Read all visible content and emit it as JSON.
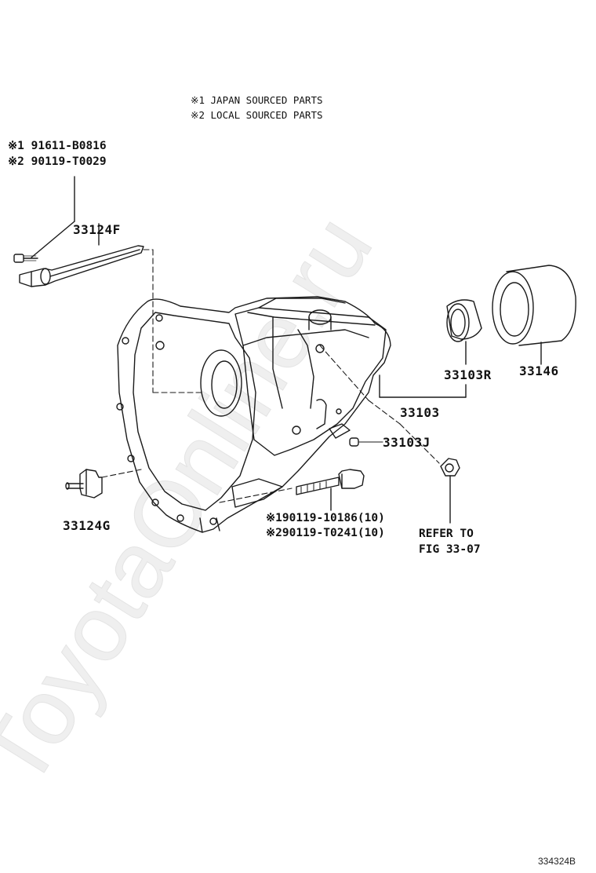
{
  "notes": {
    "japan": "※1 JAPAN SOURCED PARTS",
    "local": "※2 LOCAL SOURCED PARTS"
  },
  "parts": {
    "bolt_top_1": "※1 91611-B0816",
    "bolt_top_2": "※2 90119-T0029",
    "p33124F": "33124F",
    "p33124G": "33124G",
    "p33103R": "33103R",
    "p33146": "33146",
    "p33103": "33103",
    "p33103J": "33103J",
    "bolt_bottom_1": "※190119-10186(10)",
    "bolt_bottom_2": "※290119-T0241(10)",
    "refer_1": "REFER TO",
    "refer_2": "FIG 33-07"
  },
  "figure_number": "334324B",
  "watermark": "ToyotaOnline.ru"
}
